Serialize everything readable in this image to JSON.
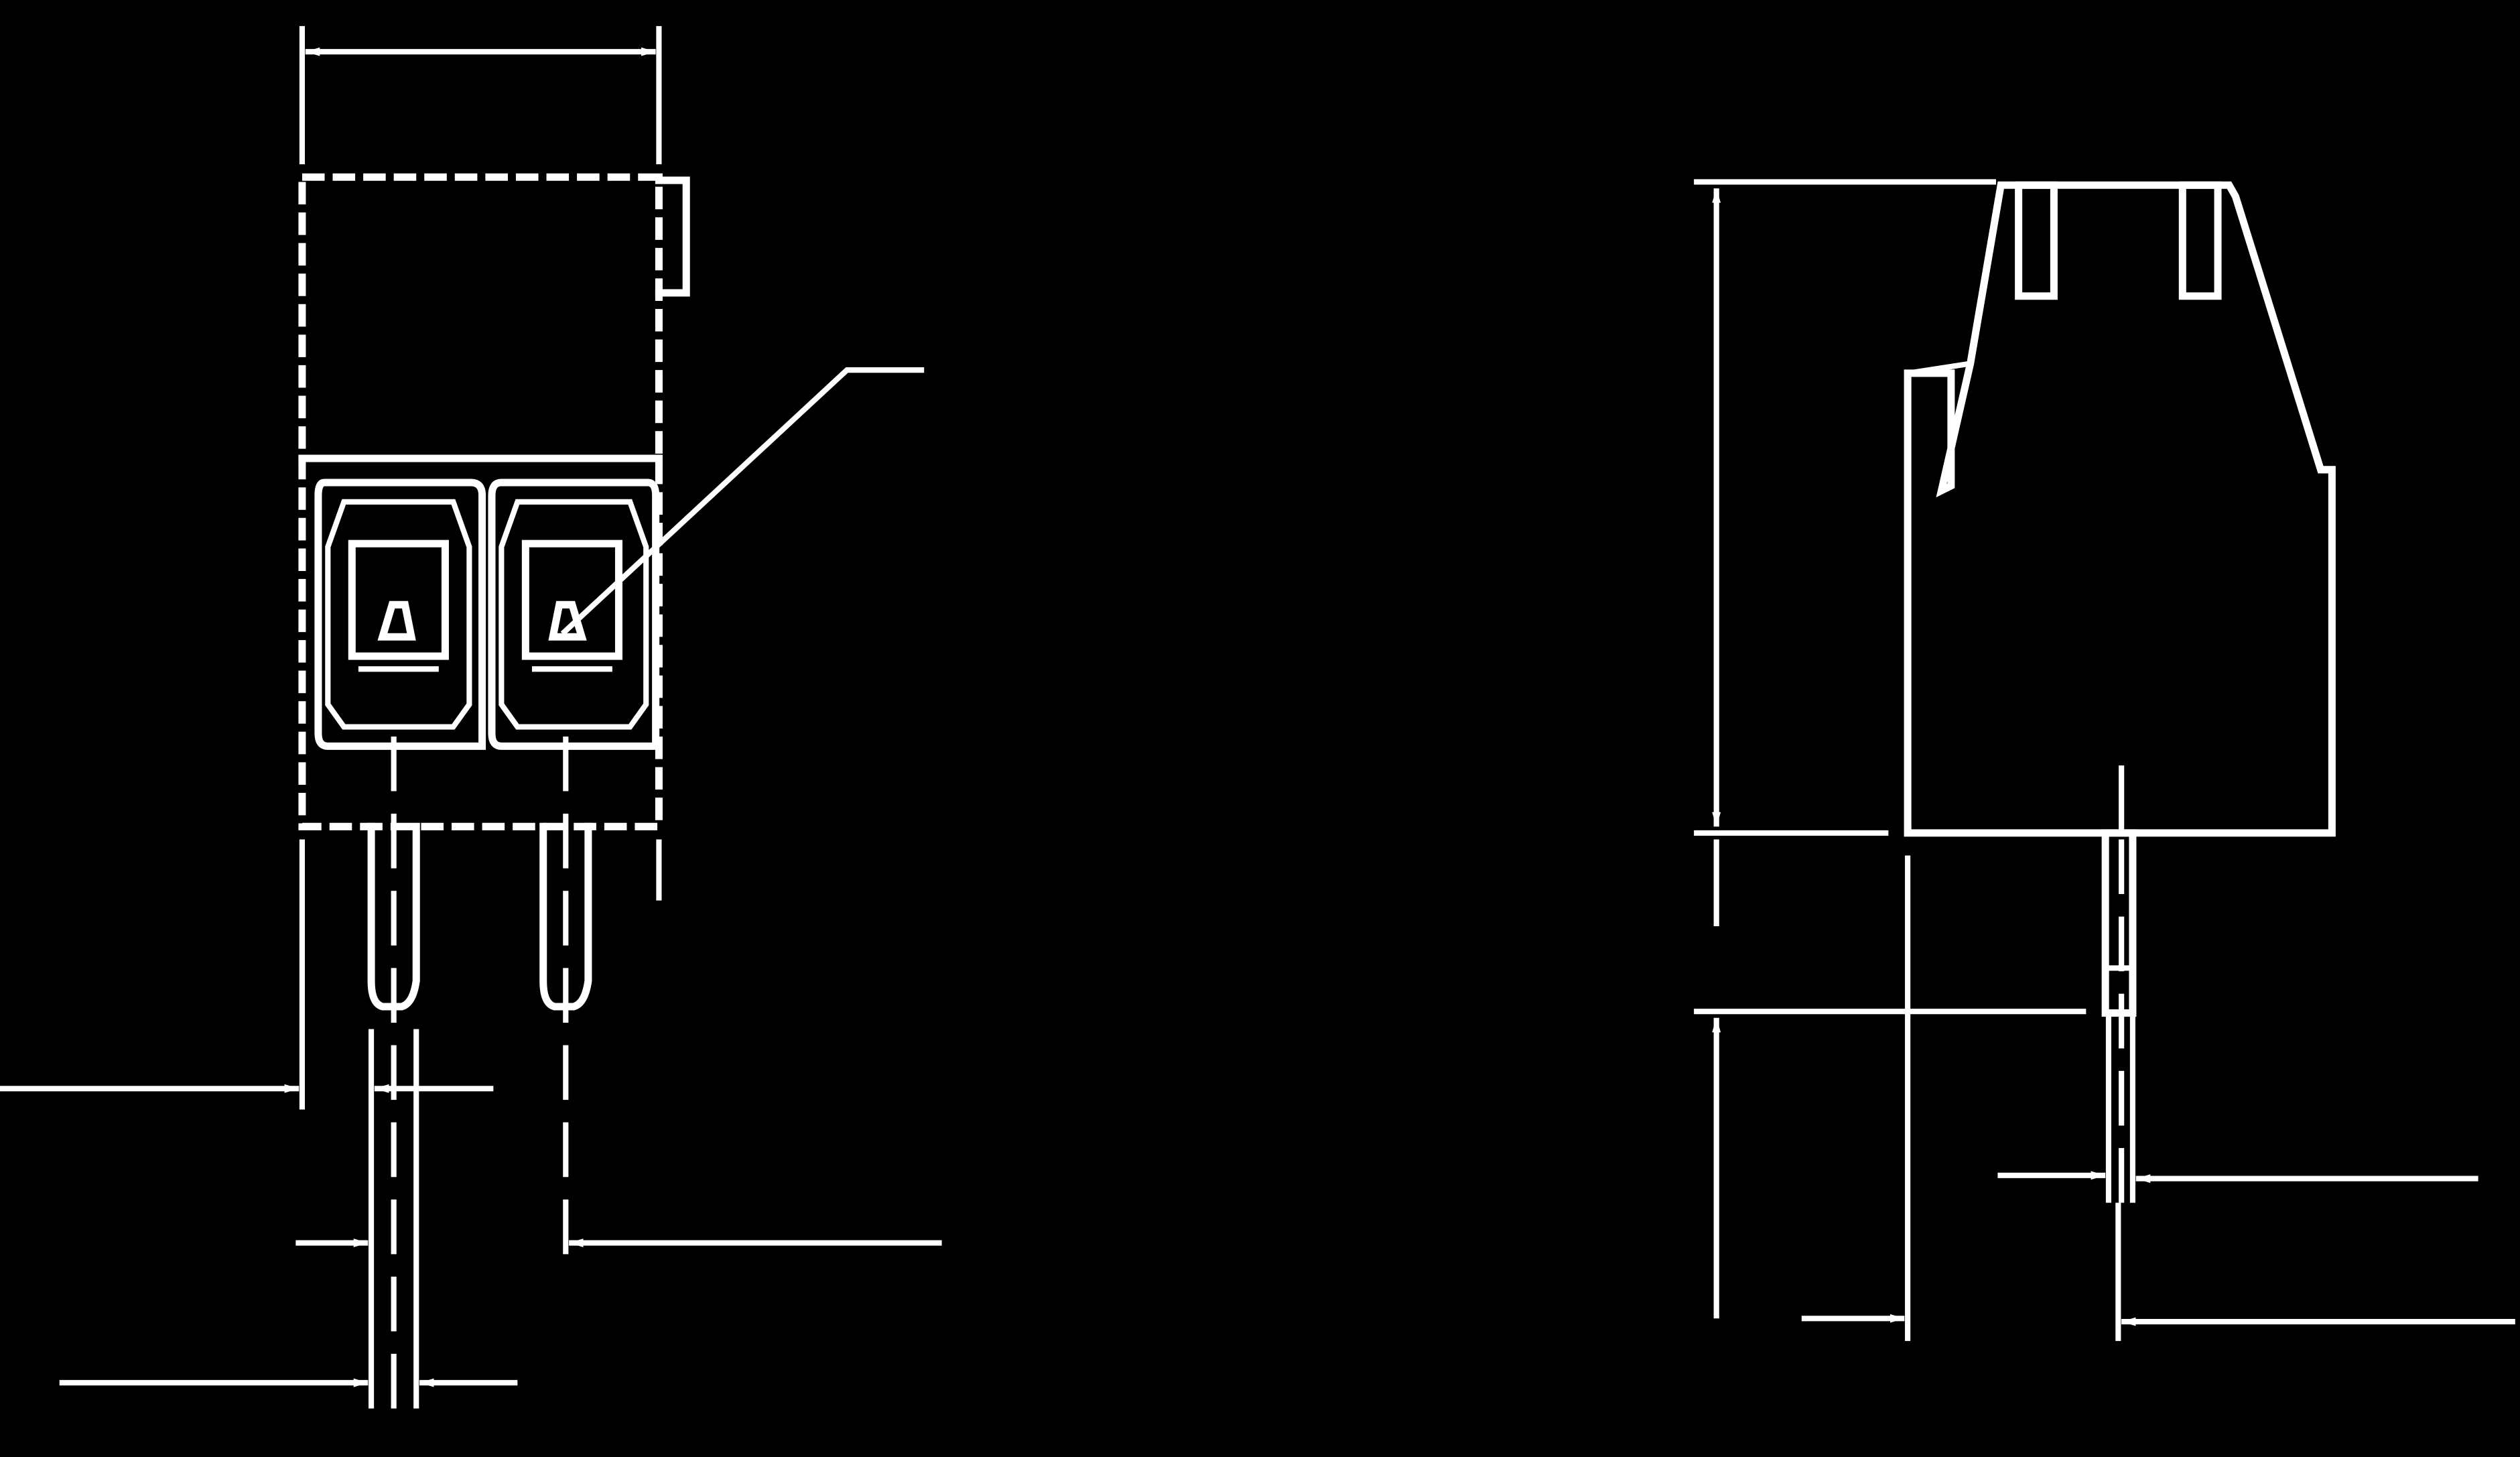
{
  "drawing": {
    "views": [
      "front-view",
      "side-view"
    ],
    "line_color": "#ffffff",
    "background_color": "#000000",
    "terminal_count": 2
  }
}
